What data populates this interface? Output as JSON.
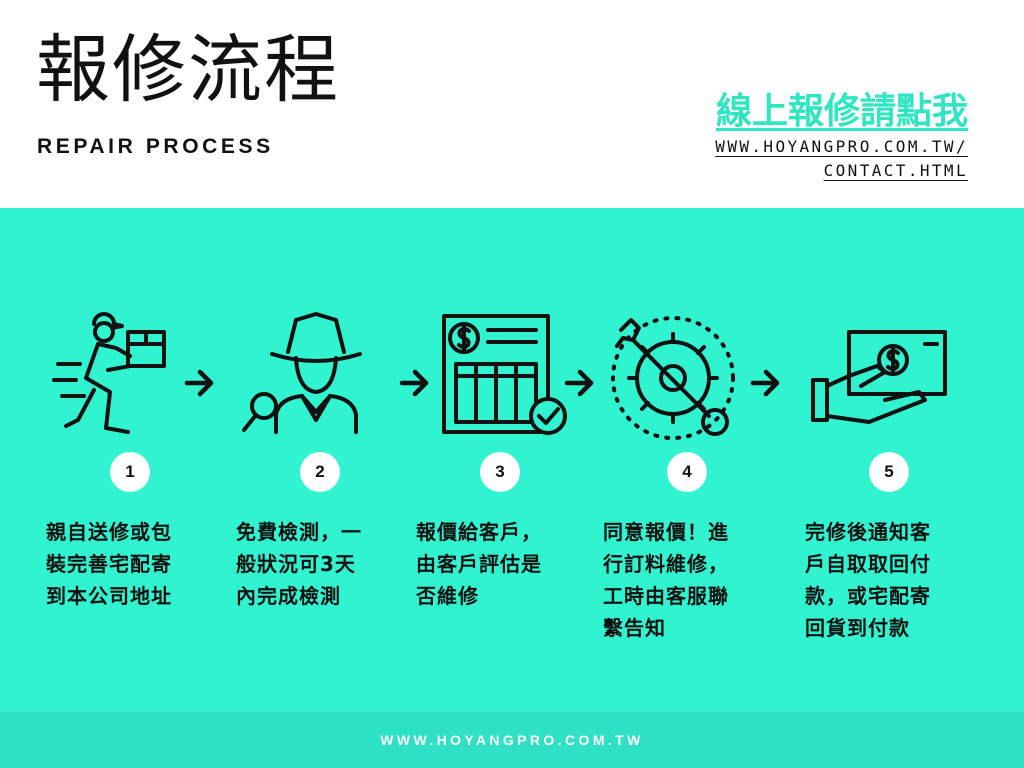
{
  "header": {
    "title": "報修流程",
    "subtitle": "REPAIR PROCESS",
    "online_link": "線上報修請點我",
    "contact_url": "WWW.HOYANGPRO.COM.TW/ CONTACT.HTML"
  },
  "steps": [
    {
      "number": "1",
      "icon": "delivery-courier-icon",
      "description": "親自送修或包\n裝完善宅配寄\n到本公司地址"
    },
    {
      "number": "2",
      "icon": "detective-inspector-icon",
      "description": "免費檢測，一\n般狀況可3天\n內完成檢測"
    },
    {
      "number": "3",
      "icon": "invoice-quote-icon",
      "description": "報價給客戶，\n由客戶評估是\n否維修"
    },
    {
      "number": "4",
      "icon": "wrench-gear-icon",
      "description": "同意報價！進\n行訂料維修，\n工時由客服聯\n繫告知"
    },
    {
      "number": "5",
      "icon": "hand-payment-icon",
      "description": "完修後通知客\n戶自取取回付\n款，或宅配寄\n回貨到付款"
    }
  ],
  "arrow_icon": "arrow-right-icon",
  "footer": {
    "url": "WWW.HOYANGPRO.COM.TW"
  },
  "colors": {
    "accent": "#30f3d0",
    "footer_bg": "#2ee0c4",
    "link": "#2ee6c1",
    "text": "#111111"
  }
}
